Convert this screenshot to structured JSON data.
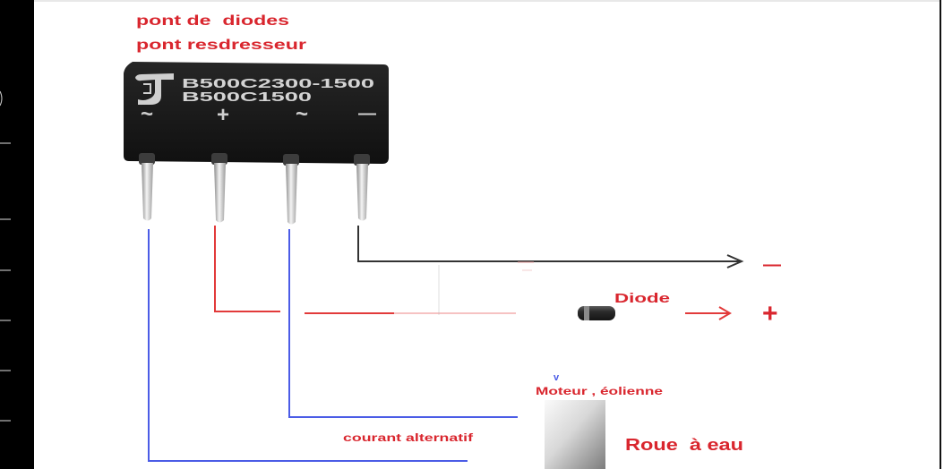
{
  "title": {
    "line1": "pont de  diodes",
    "line2": "pont resdresseur"
  },
  "component": {
    "marking_line1": "B500C2300-1500",
    "marking_line2": "B500C1500",
    "pin_symbols": [
      "~",
      "+",
      "~",
      "—"
    ]
  },
  "labels": {
    "diode": "Diode",
    "negative_output": "—",
    "positive_output": "+",
    "source_marker": "v",
    "source": "Moteur , éolienne",
    "wheel": "Roue  à eau",
    "ac_input": "courant alternatif"
  },
  "colors": {
    "text_red": "#d9262e",
    "wire_red": "#e23a3a",
    "wire_blue": "#4b5ce6",
    "wire_black": "#333333",
    "component_body": "#161616"
  }
}
